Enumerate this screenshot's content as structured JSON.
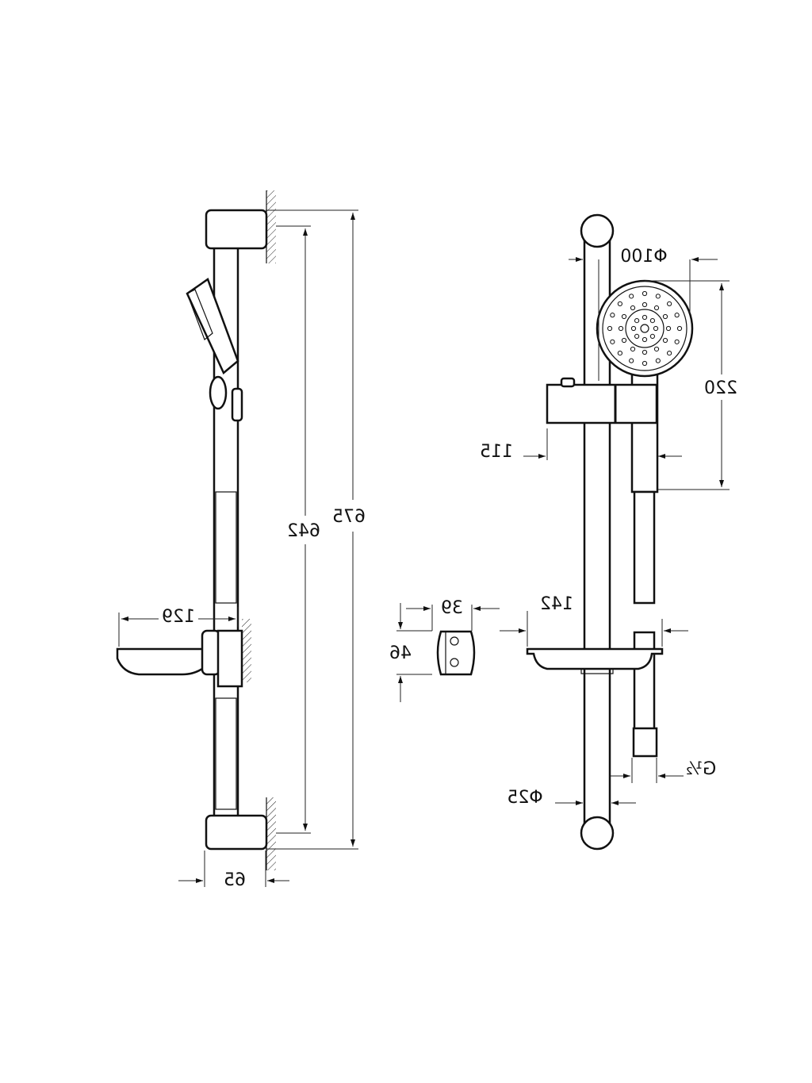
{
  "drawing": {
    "title": "Shower rail set technical drawing",
    "side_view": {
      "dimensions": {
        "overall_height": "675",
        "bracket_spacing": "642",
        "soap_dish_projection": "129",
        "wall_projection": "65"
      }
    },
    "front_view": {
      "dimensions": {
        "head_diameter": "Φ100",
        "handshower_length": "220",
        "holder_offset": "115",
        "soap_dish_width": "142",
        "clip_width": "39",
        "clip_height": "46",
        "hose_connection": "G½",
        "rail_diameter": "Φ25"
      }
    }
  }
}
